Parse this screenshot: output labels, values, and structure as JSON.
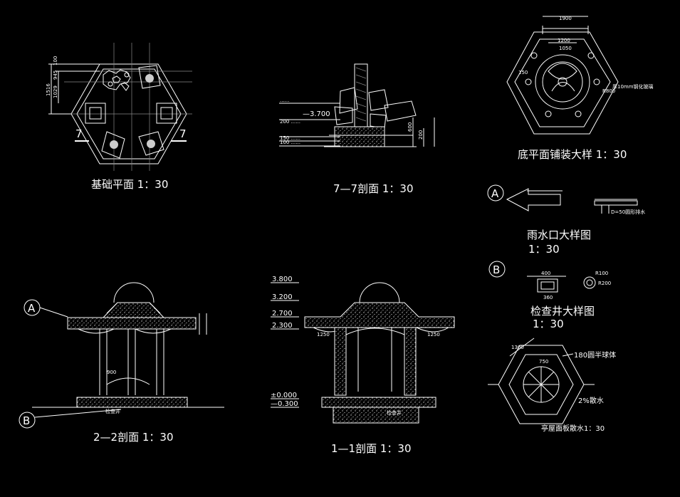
{
  "titles": {
    "foundation_plan": "基础平面    1：30",
    "section_77": "7—7剖面    1：30",
    "paving_detail": "底平面铺装大样    1：30",
    "rain_outlet_line1": "雨水口大样图",
    "rain_outlet_line2": "1：30",
    "inspection_well_line1": "检查井大样图",
    "inspection_well_line2": "1：30",
    "section_22": "2—2剖面   1：30",
    "section_11": "1—1剖面   1：30",
    "roof_drain": "亭屋面板散水1：30"
  },
  "markers": {
    "a": "A",
    "b": "B",
    "seven_left": "7",
    "seven_right": "7"
  },
  "dims": {
    "d1900": "1900",
    "d1200": "1200",
    "d1050": "1050",
    "d150": "150",
    "d600": "600",
    "d200": "200",
    "d400": "400",
    "d360": "360",
    "r100": "R100",
    "r200": "R200",
    "r800": "R800",
    "d1250a": "1250",
    "d1250b": "1250",
    "d900": "900",
    "d1300": "1300",
    "d750": "750",
    "d100": "100",
    "d945": "945",
    "d1029": "1029",
    "d1516": "1516"
  },
  "levels": {
    "l3800": "3.800",
    "l3200": "3.200",
    "l2700": "2.700",
    "l2300": "2.300",
    "l0000": "±0.000",
    "l_0300": "—0.300",
    "l_3700": "—3.700"
  },
  "notes": {
    "sphere_note": "180圆半球体",
    "slope_note": "2%散水",
    "well_note": "检查井",
    "well_note2": "检查井",
    "outlet_note": "D=50圆形排水",
    "ten_mm_note": "厚10mm钢化玻璃"
  }
}
